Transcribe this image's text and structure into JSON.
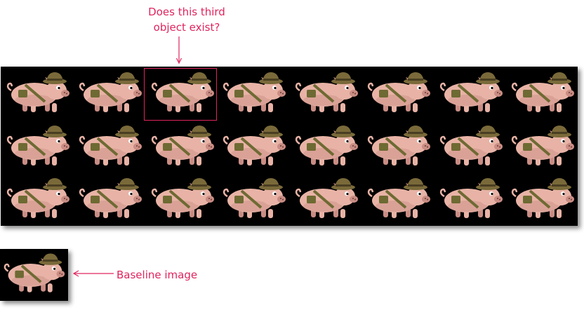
{
  "annotations": {
    "question": "Does this third object exist?",
    "question_lines": [
      "Does this third",
      "object exist?"
    ],
    "baseline_label": "Baseline image"
  },
  "sprite_sheet": {
    "rows": 3,
    "columns": 8,
    "sprite_name": "pig-with-hat",
    "highlighted": {
      "row": 1,
      "column": 3
    }
  },
  "colors": {
    "annotation": "#e0245e",
    "sheet_background": "#000000",
    "pig_body": "#e8b3a6",
    "pig_shade": "#c98d84",
    "hat": "#7a6a3a",
    "strap": "#6e6a33"
  },
  "icons": {
    "sprite": "pig-sprite-icon",
    "arrow_down": "arrow-down-icon",
    "arrow_left": "arrow-left-icon"
  }
}
